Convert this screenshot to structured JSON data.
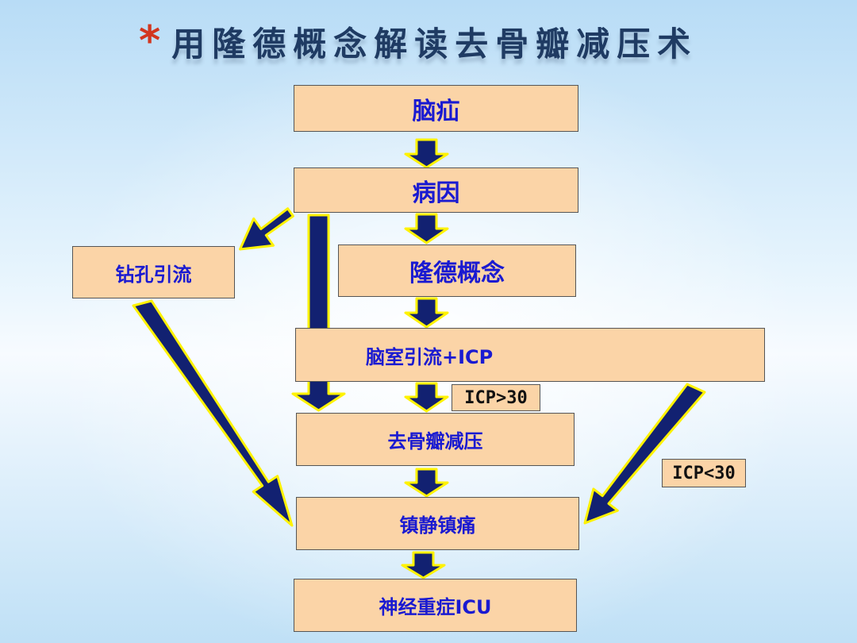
{
  "title": {
    "star": "*",
    "text": "用隆德概念解读去骨瓣减压术"
  },
  "flow": {
    "naoshan": "脑疝",
    "bingyin": "病因",
    "zuankong": "钻孔引流",
    "longde": "隆德概念",
    "naoshi": "脑室引流+ICP",
    "quguban": "去骨瓣减压",
    "zhenjing": "镇静镇痛",
    "icu": "神经重症ICU"
  },
  "labels": {
    "icp_gt": "ICP>30",
    "icp_lt": "ICP<30"
  },
  "colors": {
    "box_fill": "#fbd4a7",
    "box_text": "#1a1ad1",
    "arrow_fill": "#122171",
    "arrow_outline": "#fff200",
    "title_star": "#d2361f",
    "title_text": "#1f3b63"
  }
}
